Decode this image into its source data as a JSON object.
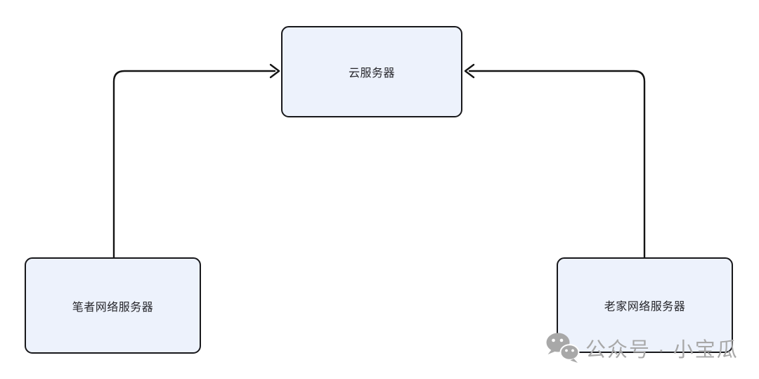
{
  "diagram": {
    "type": "flowchart",
    "nodes": [
      {
        "id": "cloud",
        "label": "云服务器"
      },
      {
        "id": "author",
        "label": "笔者网络服务器"
      },
      {
        "id": "hometown",
        "label": "老家网络服务器"
      }
    ],
    "edges": [
      {
        "from": "author",
        "to": "cloud",
        "arrow": "open-chevron",
        "route": "up-then-right"
      },
      {
        "from": "hometown",
        "to": "cloud",
        "arrow": "open-chevron",
        "route": "up-then-left"
      }
    ],
    "colors": {
      "background": "#ffffff",
      "node_fill": "#edf2fc",
      "node_border": "#18181b",
      "edge": "#141414",
      "label": "#26262b",
      "watermark": "#a8a8a8"
    }
  },
  "watermark": {
    "icon": "wechat-icon",
    "text": "公众号 · 小宝瓜"
  }
}
